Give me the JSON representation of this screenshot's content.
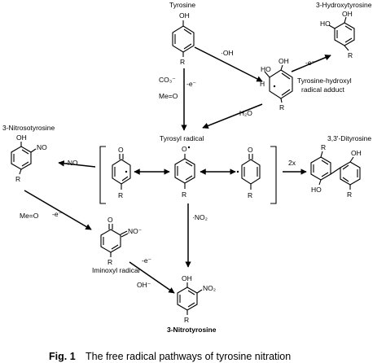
{
  "labels": {
    "tyrosine": "Tyrosine",
    "hydroxytyrosine": "3-Hydroxytyrosine",
    "adduct_1": "Tyrosine-hydroxyl",
    "adduct_2": "radical adduct",
    "tyrosyl_radical": "Tyrosyl radical",
    "dityrosine": "3,3'-Dityrosine",
    "nitrosotyrosine": "3-Nitrosotyrosine",
    "iminoxyl_radical": "Iminoxyl radical",
    "nitrotyrosine": "3-Nitrotyrosine"
  },
  "reagents": {
    "oh_radical": "·OH",
    "e_minus": "-e⁻",
    "carbonate": "CO₃⁻",
    "me_o": "Me=O",
    "water": "-H₂O",
    "no": "·NO",
    "two_x": "2x",
    "no2": "·NO₂",
    "oh_minus": "OH⁻"
  },
  "atoms": {
    "oh": "OH",
    "ho": "HO",
    "o": "O",
    "o_radical": "O·",
    "r": "R",
    "h": "H",
    "no": "NO",
    "no2": "NO₂",
    "no_minus": "NO⁻"
  },
  "caption": {
    "number": "Fig. 1",
    "text": "The free radical pathways of tyrosine nitration"
  },
  "colors": {
    "ink": "#000000",
    "background": "#ffffff"
  }
}
